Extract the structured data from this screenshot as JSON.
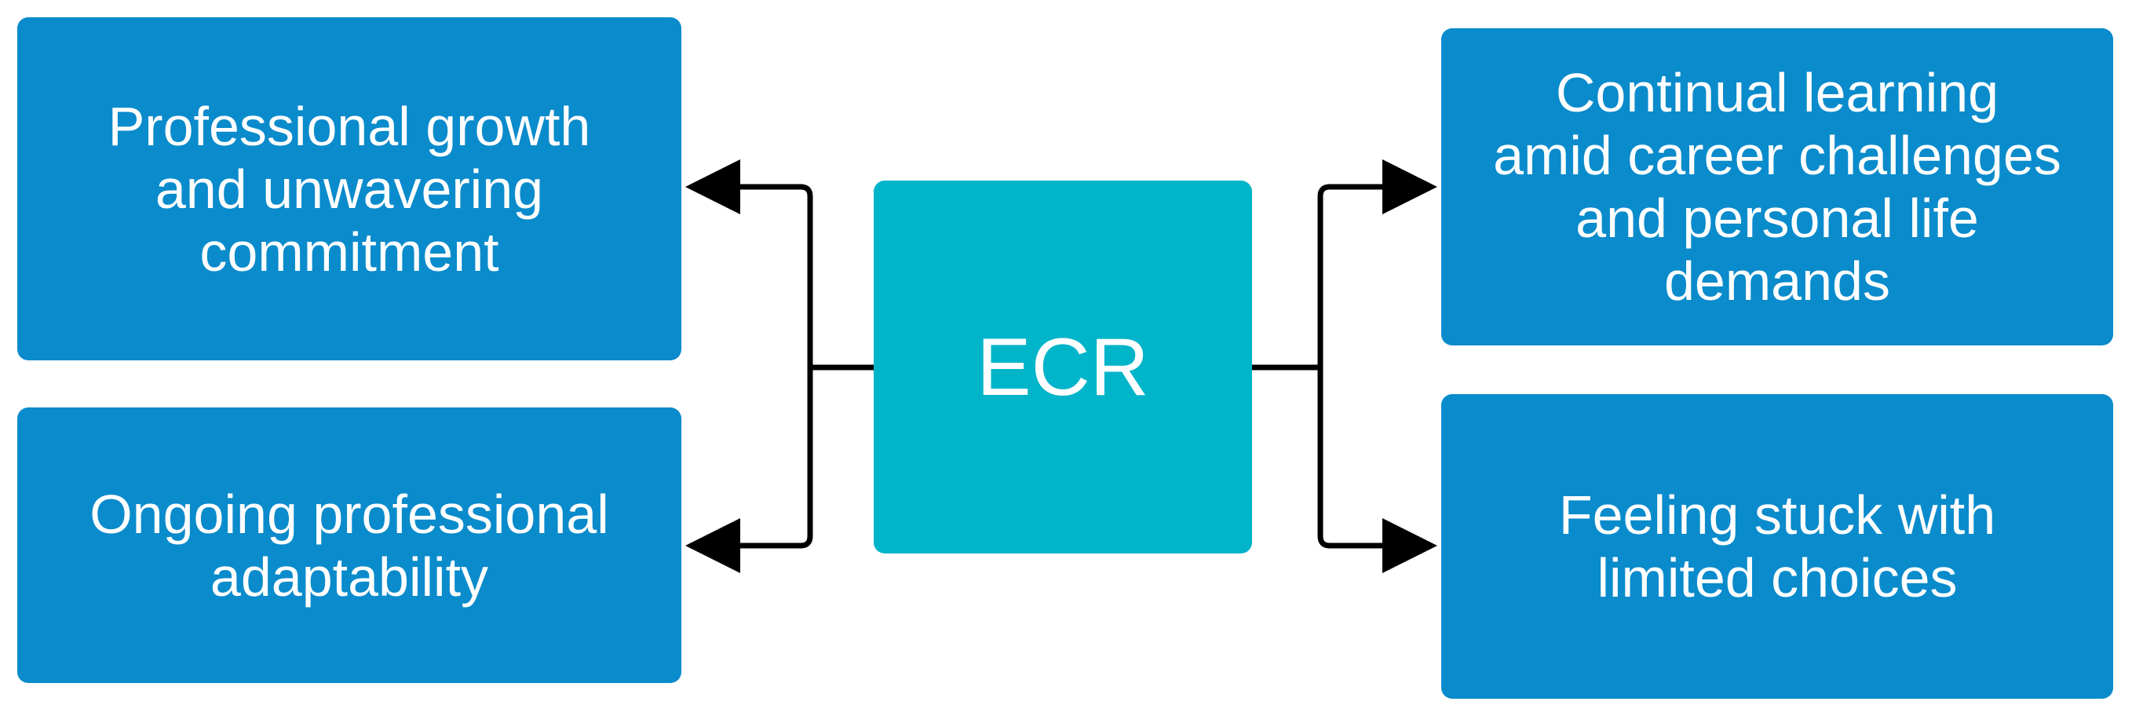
{
  "nodes": {
    "top_left": "Professional growth\nand unwavering\ncommitment",
    "bottom_left": "Ongoing professional\nadaptability",
    "center": "ECR",
    "top_right": "Continual learning\namid career challenges\nand personal life\ndemands",
    "bottom_right": "Feeling stuck with\nlimited choices"
  },
  "colors": {
    "box_blue": "#0a8bcc",
    "box_teal": "#00b4c9",
    "text": "#ffffff",
    "connector": "#000000"
  }
}
